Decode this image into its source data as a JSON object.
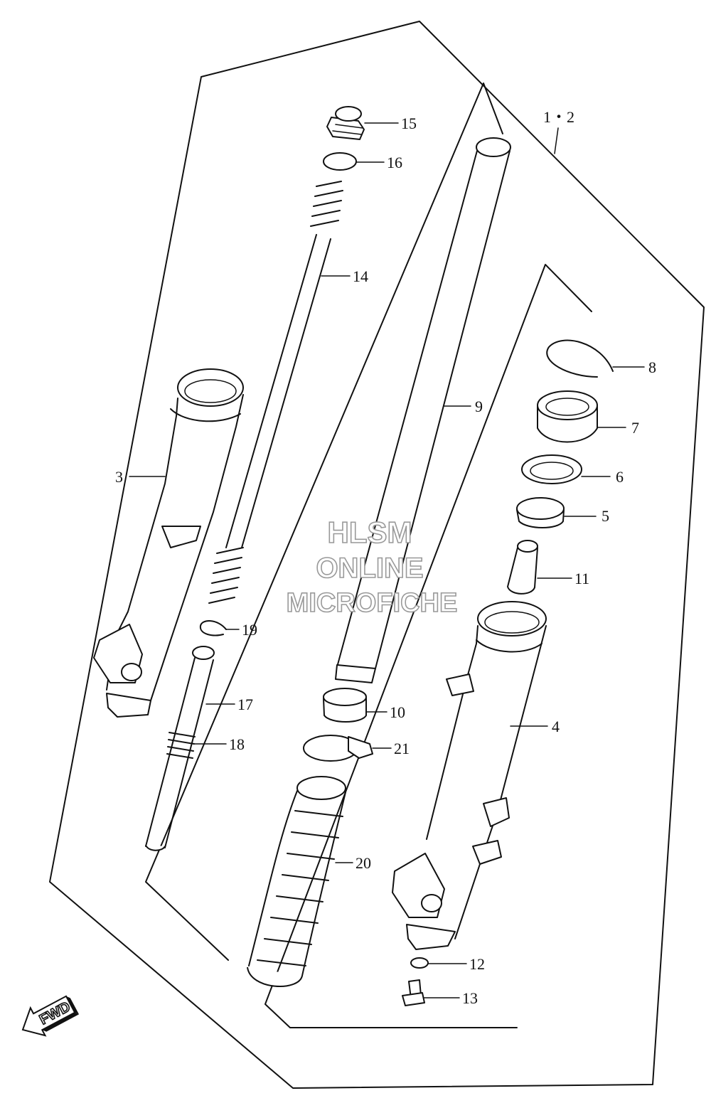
{
  "labels": {
    "p1_2": "1・2",
    "p3": "3",
    "p4": "4",
    "p5": "5",
    "p6": "6",
    "p7": "7",
    "p8": "8",
    "p9": "9",
    "p10": "10",
    "p11": "11",
    "p12": "12",
    "p13": "13",
    "p14": "14",
    "p15": "15",
    "p16": "16",
    "p17": "17",
    "p18": "18",
    "p19": "19",
    "p20": "20",
    "p21": "21"
  },
  "watermark": {
    "line1": "HLSM",
    "line2": "ONLINE",
    "line3": "MICROFICHE"
  },
  "direction": {
    "fwd_label": "FWD"
  }
}
